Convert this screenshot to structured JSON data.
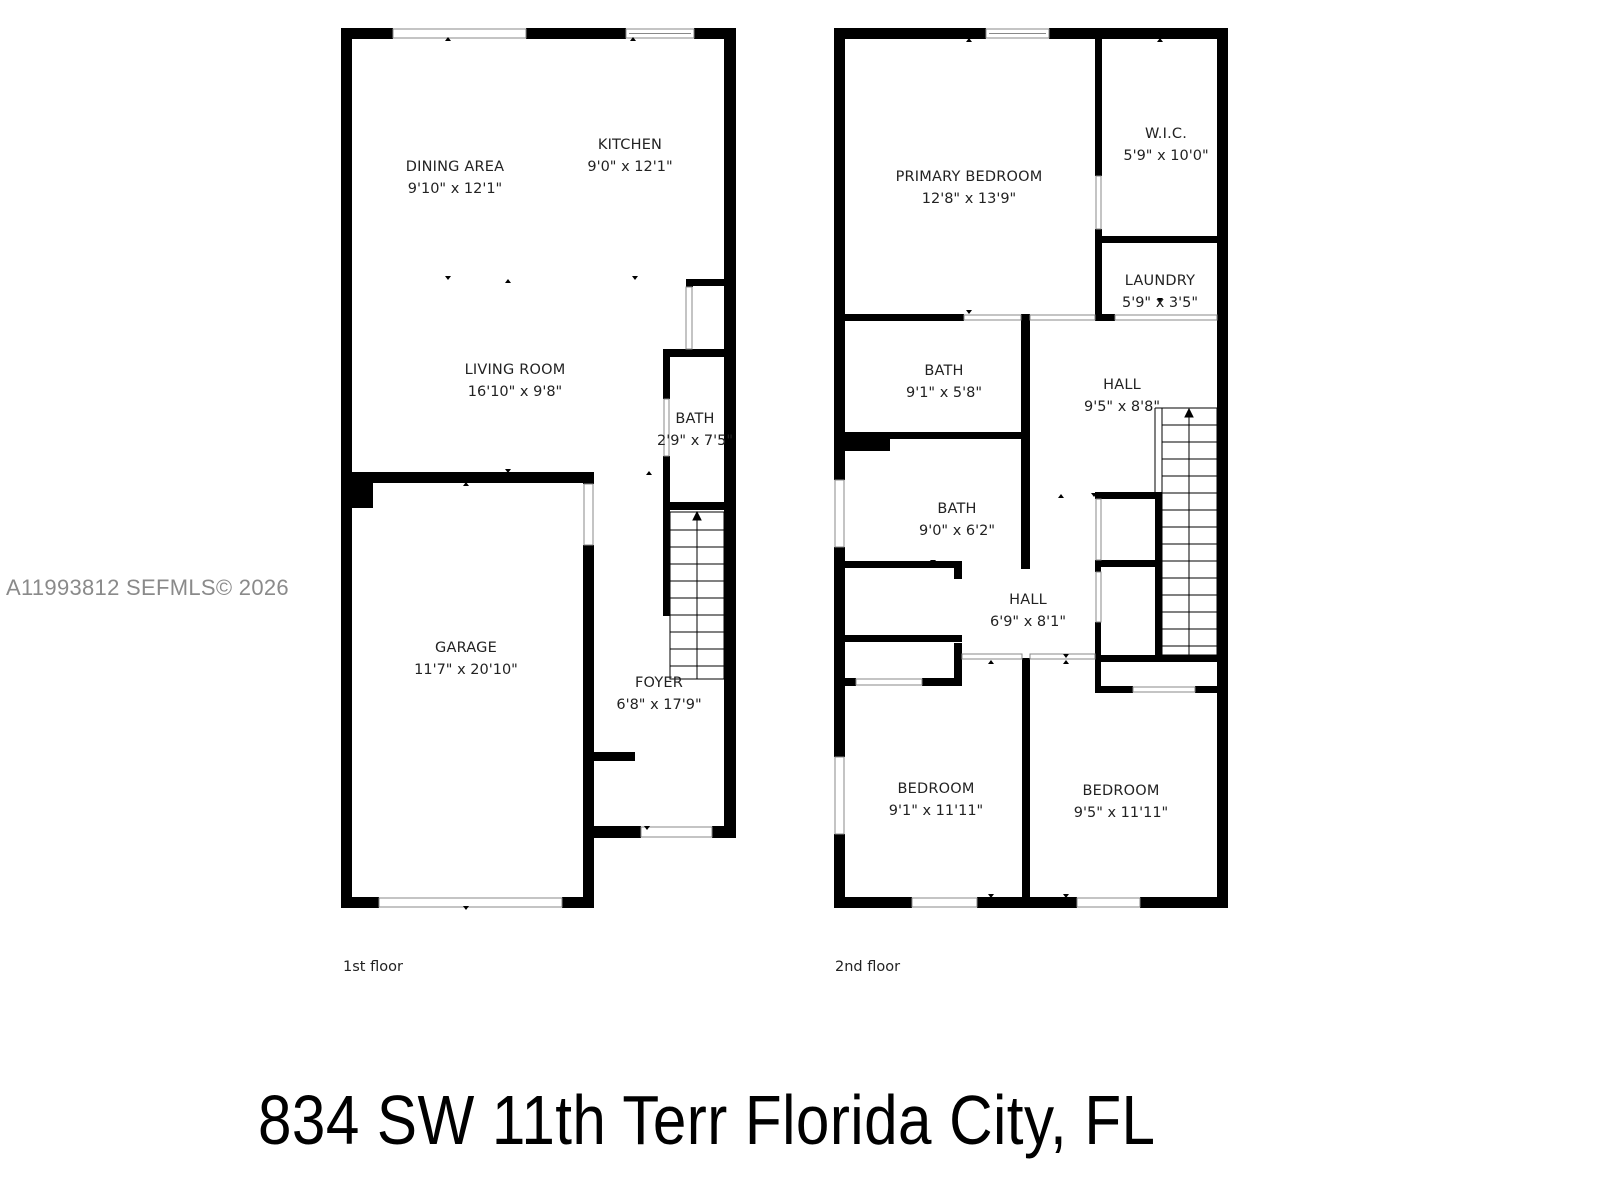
{
  "watermark": "A11993812  SEFMLS© 2026",
  "address": "834 SW 11th Terr Florida City, FL",
  "colors": {
    "wall": "#000000",
    "background": "#ffffff",
    "text": "#222222",
    "watermark": "#8a8a8a"
  },
  "floors": [
    {
      "caption": "1st floor",
      "rooms": [
        {
          "name": "DINING AREA",
          "dims": "9'10\" x 12'1\""
        },
        {
          "name": "KITCHEN",
          "dims": "9'0\" x 12'1\""
        },
        {
          "name": "LIVING ROOM",
          "dims": "16'10\" x 9'8\""
        },
        {
          "name": "BATH",
          "dims": "2'9\" x 7'5\""
        },
        {
          "name": "GARAGE",
          "dims": "11'7\" x 20'10\""
        },
        {
          "name": "FOYER",
          "dims": "6'8\" x 17'9\""
        }
      ]
    },
    {
      "caption": "2nd floor",
      "rooms": [
        {
          "name": "PRIMARY BEDROOM",
          "dims": "12'8\" x 13'9\""
        },
        {
          "name": "W.I.C.",
          "dims": "5'9\" x 10'0\""
        },
        {
          "name": "LAUNDRY",
          "dims": "5'9\" x 3'5\""
        },
        {
          "name": "BATH",
          "dims": "9'1\" x 5'8\""
        },
        {
          "name": "HALL",
          "dims": "9'5\" x 8'8\""
        },
        {
          "name": "BATH",
          "dims": "9'0\" x 6'2\""
        },
        {
          "name": "HALL",
          "dims": "6'9\" x 8'1\""
        },
        {
          "name": "BEDROOM",
          "dims": "9'1\" x 11'11\""
        },
        {
          "name": "BEDROOM",
          "dims": "9'5\" x 11'11\""
        }
      ]
    }
  ]
}
